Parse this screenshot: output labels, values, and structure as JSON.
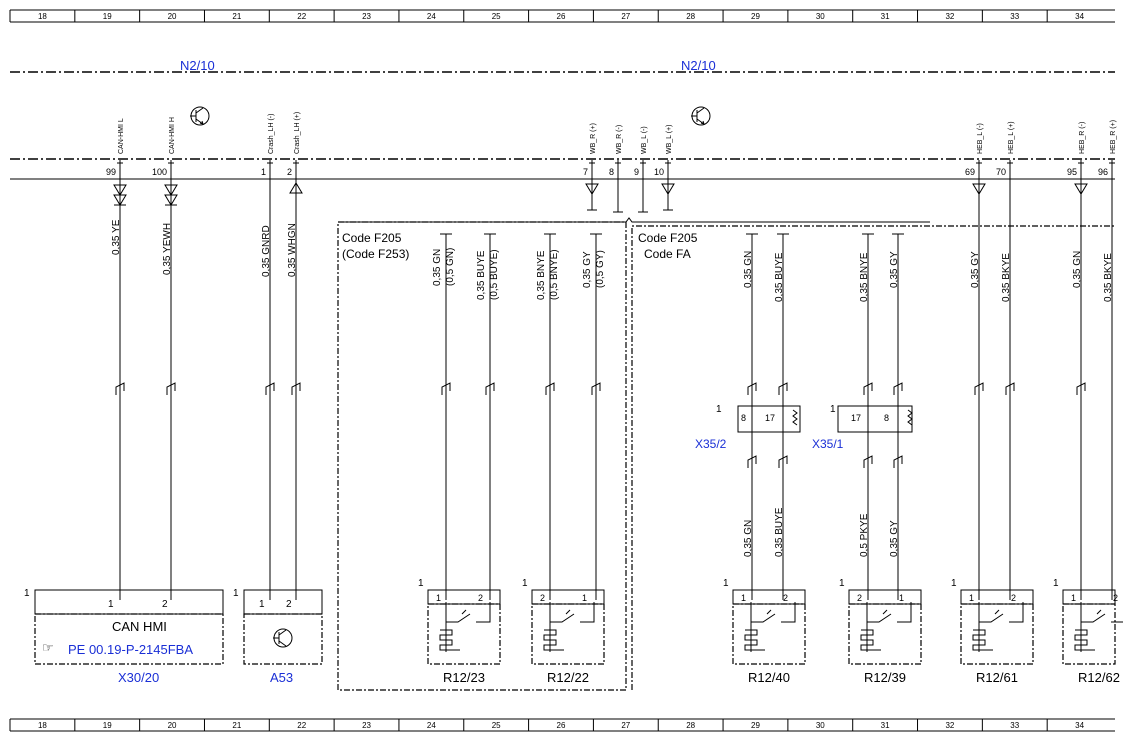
{
  "grid": [
    "18",
    "19",
    "20",
    "21",
    "22",
    "23",
    "24",
    "25",
    "26",
    "27",
    "28",
    "29",
    "30",
    "31",
    "32",
    "33",
    "34"
  ],
  "modules": {
    "left": "N2/10",
    "right": "N2/10"
  },
  "pins": [
    {
      "label": "CAN-HMI L",
      "num": "99"
    },
    {
      "label": "CAN-HMI H",
      "num": "100"
    },
    {
      "label": "Crash_LH (-)",
      "num": "1"
    },
    {
      "label": "Crash_LH (+)",
      "num": "2"
    },
    {
      "label": "WB_R (+)",
      "num": "7"
    },
    {
      "label": "WB_R (-)",
      "num": "8"
    },
    {
      "label": "WB_L (-)",
      "num": "9"
    },
    {
      "label": "WB_L (+)",
      "num": "10"
    },
    {
      "label": "HEB_L (-)",
      "num": "69"
    },
    {
      "label": "HEB_L (+)",
      "num": "70"
    },
    {
      "label": "HEB_R (-)",
      "num": "95"
    },
    {
      "label": "HEB_R (+)",
      "num": "96"
    }
  ],
  "wires": [
    "0,35 YE",
    "0,35 YEWH",
    "0,35 GNRD",
    "0,35 WHGN",
    "0,35 GN",
    "(0,5 GN)",
    "0,35 BUYE",
    "(0,5 BUYE)",
    "0,35 BNYE",
    "(0,5 BNYE)",
    "0,35 GY",
    "(0,5 GY)",
    "0,35 GN",
    "0,35 BUYE",
    "0,35 BNYE",
    "0,35 GY",
    "0,35 GY",
    "0,35 BKYE",
    "0,35 GN",
    "0,35 BKYE"
  ],
  "lower_wires": [
    "0,35 GN",
    "0,35 BUYE",
    "0,5 PKYE",
    "0,35 GY"
  ],
  "codes": {
    "left_1": "Code F205",
    "left_2": "(Code F253)",
    "right_1": "Code F205",
    "right_2": "Code FA"
  },
  "connectors": [
    {
      "id": "X35/2",
      "pin_a": "8",
      "pin_b": "17",
      "one": "1"
    },
    {
      "id": "X35/1",
      "pin_a": "17",
      "pin_b": "8",
      "one": "1"
    }
  ],
  "components": {
    "x30_20": "X30/20",
    "can_hmi": "CAN HMI",
    "ref": "PE 00.19-P-2145FBA",
    "a53": "A53",
    "r12_23": "R12/23",
    "r12_22": "R12/22",
    "r12_40": "R12/40",
    "r12_39": "R12/39",
    "r12_61": "R12/61",
    "r12_62": "R12/62"
  },
  "box_pins": [
    "1",
    "2",
    "1",
    "2",
    "1",
    "2",
    "1",
    "2",
    "1",
    "2",
    "1",
    "2",
    "1",
    "2",
    "1",
    "2",
    "1",
    "2"
  ],
  "box_num": "1"
}
